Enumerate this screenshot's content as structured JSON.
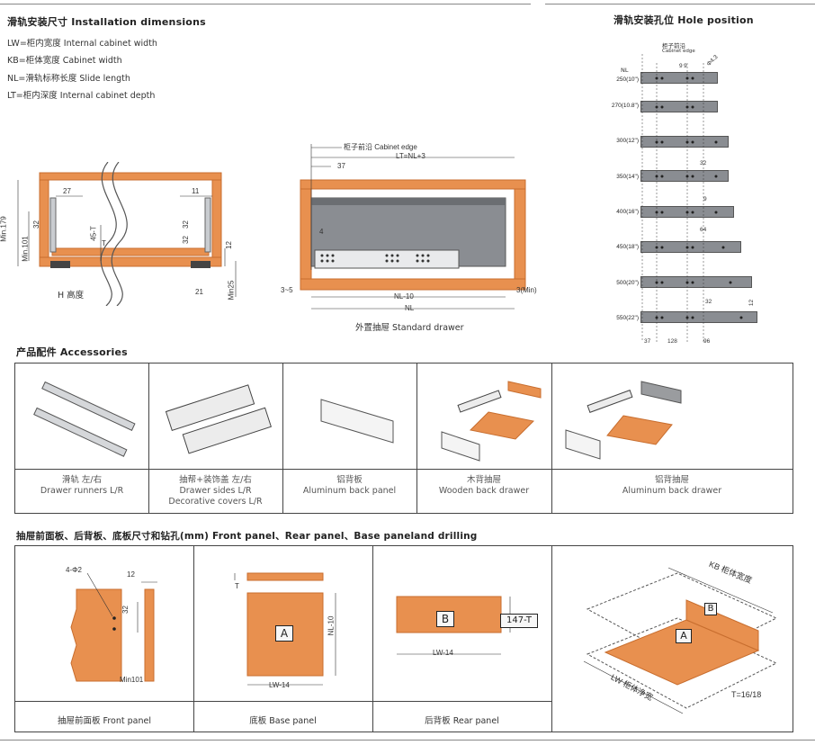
{
  "install": {
    "title": "滑轨安装尺寸 Installation dimensions",
    "defs": [
      "LW=柜内宽度  Internal cabinet width",
      "KB=柜体宽度  Cabinet width",
      "NL=滑轨标称长度  Slide length",
      "LT=柜内深度  Internal cabinet depth"
    ],
    "left_dims": {
      "d27": "27",
      "d11": "11",
      "d32a": "32",
      "d32b": "32",
      "d32c": "32",
      "d45t": "45-T",
      "dT": "T",
      "d12": "12",
      "min179": "Min.179",
      "min101": "Min.101",
      "d21": "21",
      "min25": "Min25"
    },
    "left_caption": "H 高度",
    "mid_dims": {
      "cabinet_edge": "柜子前沿 Cabinet edge",
      "lt": "LT=NL+3",
      "d37": "37",
      "d4": "4",
      "d35": "3~5",
      "nl10": "NL-10",
      "nl": "NL",
      "min3": "3(Min)"
    },
    "mid_caption": "外置抽屉 Standard drawer"
  },
  "hole": {
    "title": "滑轨安装孔位 Hole position",
    "edge_label": "柜子前沿",
    "edge_label_en": "Cabinet edge",
    "nl_header": "NL",
    "rows": [
      "250(10\")",
      "270(10.8\")",
      "300(12\")",
      "350(14\")",
      "400(16\")",
      "450(18\")",
      "500(20\")",
      "550(22\")"
    ],
    "dims": {
      "d9a": "9",
      "d9b": "9",
      "d43": "Φ4.3",
      "d32": "32",
      "d9c": "9",
      "d64": "64",
      "d12": "12",
      "d128": "128",
      "d96": "96",
      "d37": "37",
      "d32b": "32"
    }
  },
  "accessories": {
    "title": "产品配件 Accessories",
    "items": [
      {
        "cn": "滑轨  左/右",
        "en": "Drawer runners  L/R",
        "en2": ""
      },
      {
        "cn": "抽帮+装饰盖  左/右",
        "en": "Drawer sides  L/R",
        "en2": "Decorative covers  L/R"
      },
      {
        "cn": "铝背板",
        "en": "Aluminum back panel",
        "en2": ""
      },
      {
        "cn": "木背抽屉",
        "en": "Wooden back drawer",
        "en2": ""
      },
      {
        "cn": "铝背抽屉",
        "en": "Aluminum back drawer",
        "en2": ""
      }
    ]
  },
  "panels": {
    "title": "抽屉前面板、后背板、底板尺寸和钻孔(mm)   Front panel、Rear panel、Base paneland drilling",
    "front": {
      "caption": "抽屉前面板   Front panel",
      "hole": "4-Φ2",
      "d12": "12",
      "d32": "32",
      "min101": "Min101"
    },
    "base": {
      "caption": "底板  Base panel",
      "letter": "A",
      "t": "T",
      "nl10": "NL-10",
      "lw14": "LW-14"
    },
    "rear": {
      "caption": "后背板  Rear panel",
      "letter": "B",
      "h": "147-T",
      "lw14": "LW-14"
    },
    "iso": {
      "kb": "KB 柜体宽度",
      "lw": "LW 柜体净宽",
      "t": "T=16/18",
      "a": "A",
      "b": "B"
    }
  },
  "colors": {
    "wood": "#e8904f",
    "wood_dark": "#c86e2f",
    "steel": "#8a8d92",
    "rule": "#444444"
  }
}
